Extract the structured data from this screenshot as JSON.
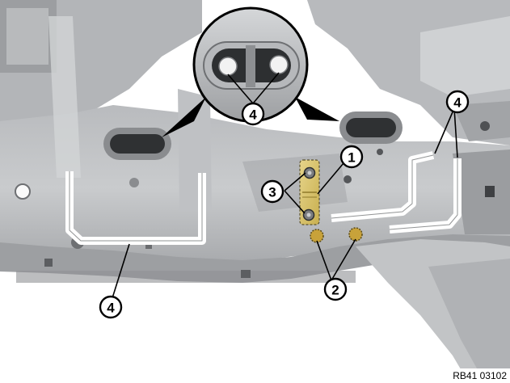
{
  "figure": {
    "caption_code": "RB41 03102"
  },
  "callouts": {
    "c1": "1",
    "c2": "2",
    "c3": "3",
    "c4_detail": "4",
    "c4_right": "4",
    "c4_bottom": "4"
  },
  "colors": {
    "background": "#ffffff",
    "metal_light": "#c9cbcd",
    "metal_mid": "#a9abae",
    "metal_dark": "#6e7073",
    "bracket_yellow": "#d9c46a",
    "weld_point": "#c8a23a",
    "seal_strip": "#ffffff"
  }
}
